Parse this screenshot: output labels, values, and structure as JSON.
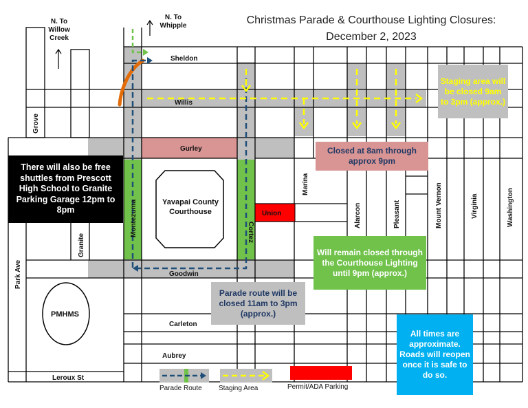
{
  "title": {
    "line1": "Christmas Parade & Courthouse Lighting Closures:",
    "line2": "December 2, 2023"
  },
  "north_arrows": {
    "willow_creek": "N. To\nWillow\nCreek",
    "whipple": "N. To\nWhipple"
  },
  "streets": {
    "sheldon": "Sheldon",
    "willis": "Willis",
    "gurley": "Gurley",
    "goodwin": "Goodwin",
    "carleton": "Carleton",
    "aubrey": "Aubrey",
    "leroux": "Leroux St",
    "grove": "Grove",
    "park_ave": "Park Ave",
    "granite": "Granite",
    "montezuma": "Montezuma",
    "cortez": "Cortez",
    "marina": "Marina",
    "alarcon": "Alarcon",
    "pleasant": "Pleasant",
    "mount_vernon": "Mount Vernon",
    "virginia": "Virginia",
    "washington": "Washington",
    "union": "Union"
  },
  "places": {
    "courthouse": "Yavapai County\nCourthouse",
    "pmhms": "PMHMS"
  },
  "notes": {
    "shuttle": "There will also be free shuttles from Prescott High School to Granite Parking Garage 12pm to 8pm",
    "staging_closed": "Staging area will be closed 9am to 3pm (approx.)",
    "gurley_closed": "Closed at 8am through approx 9pm",
    "lighting_closed": "Will remain closed through the Courthouse Lighting until 9pm (approx.)",
    "parade_closed": "Parade route will be closed 11am to 3pm (approx.)",
    "approximate": "All times are approximate. Roads will reopen once it is safe to do so."
  },
  "legend": {
    "parade_route": "Parade Route",
    "staging_area": "Staging Area",
    "permit_parking": "Permit/ADA Parking"
  },
  "colors": {
    "gray_road": "#bfbfbf",
    "green_closure": "#70c24a",
    "pink_closure": "#d99594",
    "yellow_staging": "#ffff00",
    "route_blue": "#1f4e79",
    "red_parking": "#ff0000",
    "orange_path": "#e36c09",
    "shuttle_box": "#000000",
    "note_blue": "#00b0f0",
    "note_gray": "#bfbfbf"
  }
}
